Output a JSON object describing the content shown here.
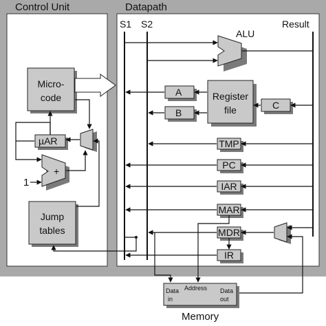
{
  "sections": {
    "control_unit": "Control Unit",
    "datapath": "Datapath",
    "memory": "Memory"
  },
  "buses": {
    "s1": "S1",
    "s2": "S2",
    "result": "Result"
  },
  "control_unit": {
    "microcode": [
      "Micro-",
      "code"
    ],
    "uar": "µAR",
    "adder_symbol": "+",
    "const_one": "1",
    "jump_tables": [
      "Jump",
      "tables"
    ]
  },
  "datapath": {
    "alu": "ALU",
    "reg_a": "A",
    "reg_b": "B",
    "register_file": [
      "Register",
      "file"
    ],
    "reg_c": "C",
    "tmp": "TMP",
    "pc": "PC",
    "iar": "IAR",
    "mar": "MAR",
    "mdr": "MDR",
    "ir": "IR"
  },
  "memory_ports": {
    "data_in": [
      "Data",
      "in"
    ],
    "address": "Address",
    "data_out": [
      "Data",
      "out"
    ]
  }
}
